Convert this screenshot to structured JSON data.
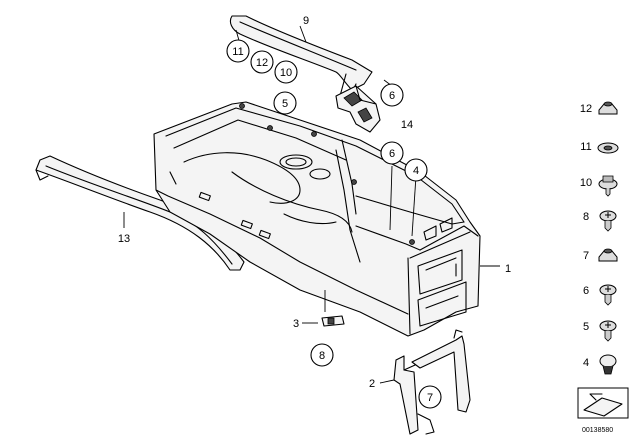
{
  "diagram": {
    "code": "00138580",
    "main_callouts": [
      {
        "id": "c9",
        "label": "9",
        "circled": false
      },
      {
        "id": "c11",
        "label": "11",
        "circled": true
      },
      {
        "id": "c12",
        "label": "12",
        "circled": true
      },
      {
        "id": "c10",
        "label": "10",
        "circled": true
      },
      {
        "id": "c5",
        "label": "5",
        "circled": true
      },
      {
        "id": "c6a",
        "label": "6",
        "circled": true
      },
      {
        "id": "c14",
        "label": "14",
        "circled": false
      },
      {
        "id": "c6b",
        "label": "6",
        "circled": true
      },
      {
        "id": "c4",
        "label": "4",
        "circled": true
      },
      {
        "id": "c13",
        "label": "13",
        "circled": false
      },
      {
        "id": "c1",
        "label": "1",
        "circled": false
      },
      {
        "id": "c3",
        "label": "3",
        "circled": false
      },
      {
        "id": "c8",
        "label": "8",
        "circled": true
      },
      {
        "id": "c2",
        "label": "2",
        "circled": false
      },
      {
        "id": "c7",
        "label": "7",
        "circled": true
      }
    ],
    "fastener_legend": [
      {
        "label": "12",
        "icon": "nut-icon"
      },
      {
        "label": "11",
        "icon": "washer-icon"
      },
      {
        "label": "10",
        "icon": "screw-collar-icon"
      },
      {
        "label": "8",
        "icon": "screw-icon"
      },
      {
        "label": "7",
        "icon": "nut-icon"
      },
      {
        "label": "6",
        "icon": "screw-icon"
      },
      {
        "label": "5",
        "icon": "screw-icon"
      },
      {
        "label": "4",
        "icon": "plug-icon"
      }
    ]
  }
}
